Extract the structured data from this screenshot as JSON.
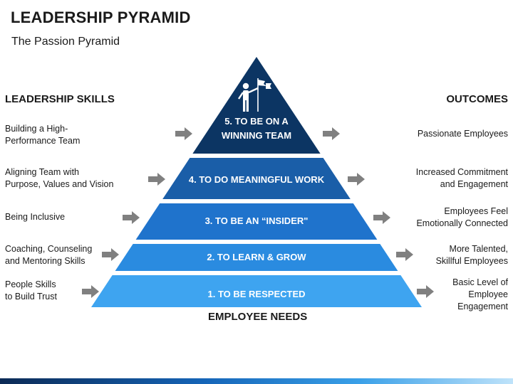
{
  "header": {
    "title": "LEADERSHIP PYRAMID",
    "subtitle": "The Passion Pyramid"
  },
  "columns": {
    "left_heading": "LEADERSHIP SKILLS",
    "right_heading": "OUTCOMES"
  },
  "levels": [
    {
      "label_lines": [
        "5. TO BE ON A",
        "WINNING TEAM"
      ],
      "skill_lines": [
        "Building a High-",
        "Performance Team"
      ],
      "outcome_lines": [
        "Passionate Employees"
      ],
      "color": "#13497f"
    },
    {
      "label_lines": [
        "4. TO DO MEANINGFUL WORK"
      ],
      "skill_lines": [
        "Aligning Team with",
        "Purpose, Values and Vision"
      ],
      "outcome_lines": [
        "Increased Commitment",
        "and Engagement"
      ],
      "color": "#1a5ea8"
    },
    {
      "label_lines": [
        "3. TO BE AN “INSIDER\""
      ],
      "skill_lines": [
        "Being Inclusive"
      ],
      "outcome_lines": [
        "Employees Feel",
        "Emotionally Connected"
      ],
      "color": "#1f73cc"
    },
    {
      "label_lines": [
        "2. TO LEARN & GROW"
      ],
      "skill_lines": [
        "Coaching, Counseling",
        "and Mentoring Skills"
      ],
      "outcome_lines": [
        "More Talented,",
        "Skillful Employees"
      ],
      "color": "#2a8be0"
    },
    {
      "label_lines": [
        "1. TO BE RESPECTED"
      ],
      "skill_lines": [
        "People Skills",
        "to Build Trust"
      ],
      "outcome_lines": [
        "Basic Level of",
        "Employee",
        "Engagement"
      ],
      "color": "#3ea4f0"
    }
  ],
  "apex_color": "#0c3563",
  "arrow_color": "#808080",
  "icons": {
    "apex": "person-with-flag-icon"
  },
  "base_label": "EMPLOYEE NEEDS"
}
